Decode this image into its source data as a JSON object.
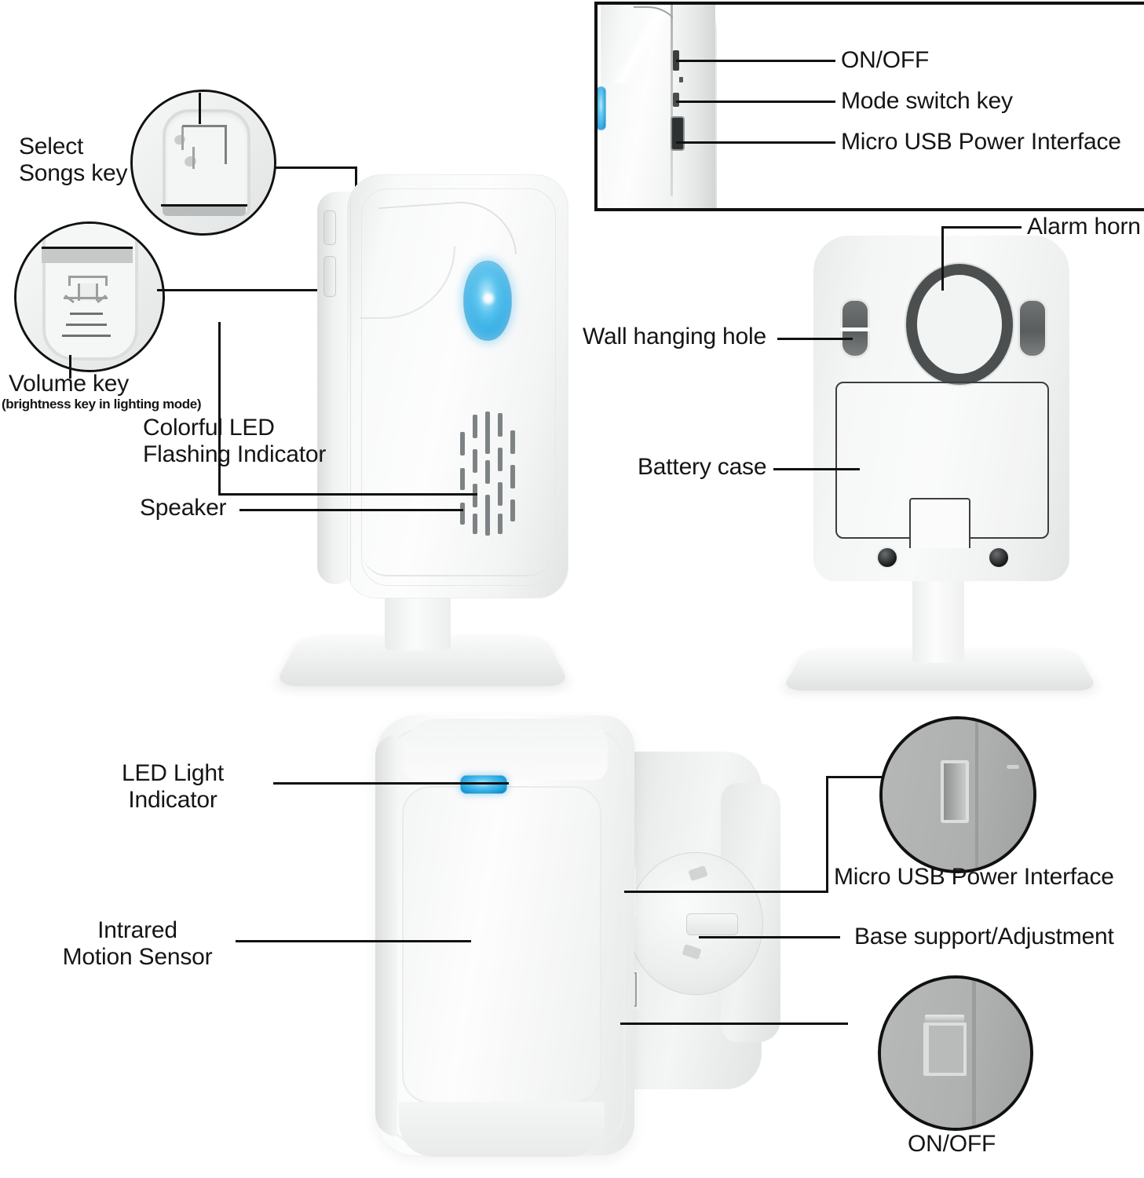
{
  "diagram": {
    "title": "Wireless motion sensor alarm doorbell - parts diagram",
    "background_color": "#ffffff",
    "line_color": "#111111",
    "led_accent_color": "#1fa3e0",
    "callout_fill_color": "#b0b0b0"
  },
  "labels": {
    "select_songs_key": "Select\nSongs key",
    "volume_key": "Volume key",
    "volume_key_sub": "(brightness key in lighting mode)",
    "colorful_led": "Colorful LED\nFlashing Indicator",
    "speaker": "Speaker",
    "on_off_top": "ON/OFF",
    "mode_switch_key": "Mode switch key",
    "micro_usb_top": "Micro USB Power Interface",
    "alarm_horn": "Alarm horn",
    "wall_hanging_hole": "Wall hanging hole",
    "battery_case": "Battery case",
    "led_light_indicator": "LED Light\nIndicator",
    "intrared_motion_sensor": "Intrared\nMotion Sensor",
    "micro_usb_bottom": "Micro USB Power Interface",
    "base_support": "Base support/Adjustment",
    "on_off_bottom": "ON/OFF"
  },
  "callouts": {
    "select_songs_icon": "music-note-button-icon",
    "volume_icon": "speaker-volume-button-icon",
    "micro_usb_icon": "micro-usb-port-icon",
    "on_off_icon": "power-switch-icon"
  },
  "views": {
    "front": "front-view-receiver-with-stand",
    "side_inset": "side-view-ports-inset",
    "back": "back-view-receiver-with-stand",
    "angled": "angled-view-motion-sensor-transmitter"
  }
}
